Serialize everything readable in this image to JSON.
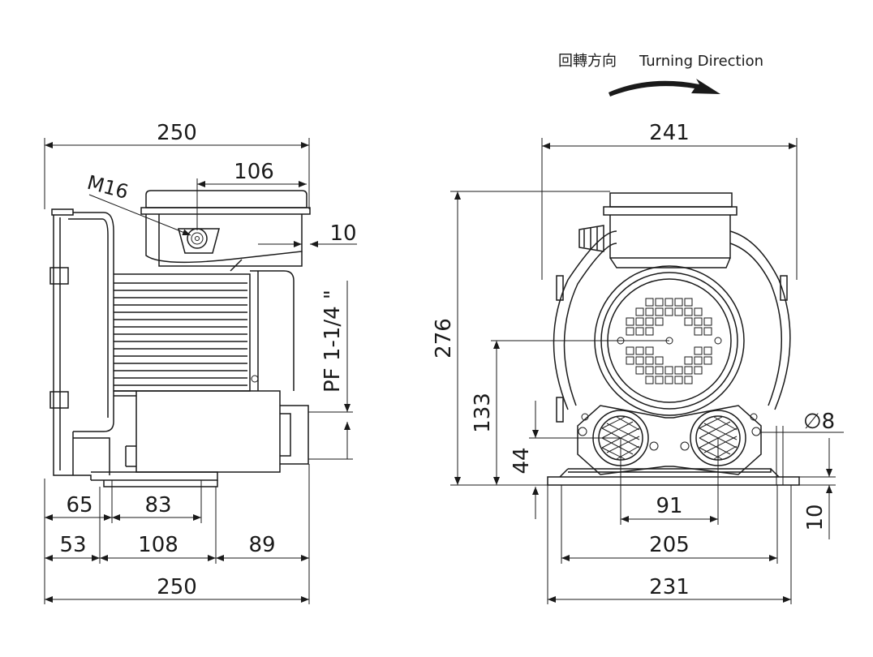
{
  "turning_direction": {
    "label_cn": "回轉方向",
    "label_en": "Turning Direction"
  },
  "side_view": {
    "dims": {
      "overall_top": "250",
      "box_offset": "106",
      "thread": "M16",
      "box_step": "10",
      "port_thread": "PF 1-1/4 \"",
      "base_a": "65",
      "base_b": "83",
      "row2_a": "53",
      "row2_b": "108",
      "row2_c": "89",
      "overall_bottom": "250"
    }
  },
  "front_view": {
    "dims": {
      "overall_width": "241",
      "overall_height": "276",
      "center_height": "133",
      "port_height": "44",
      "hole_dia": "∅8",
      "port_spacing": "91",
      "hole_spacing": "205",
      "base_width": "231",
      "base_thickness": "10"
    }
  }
}
